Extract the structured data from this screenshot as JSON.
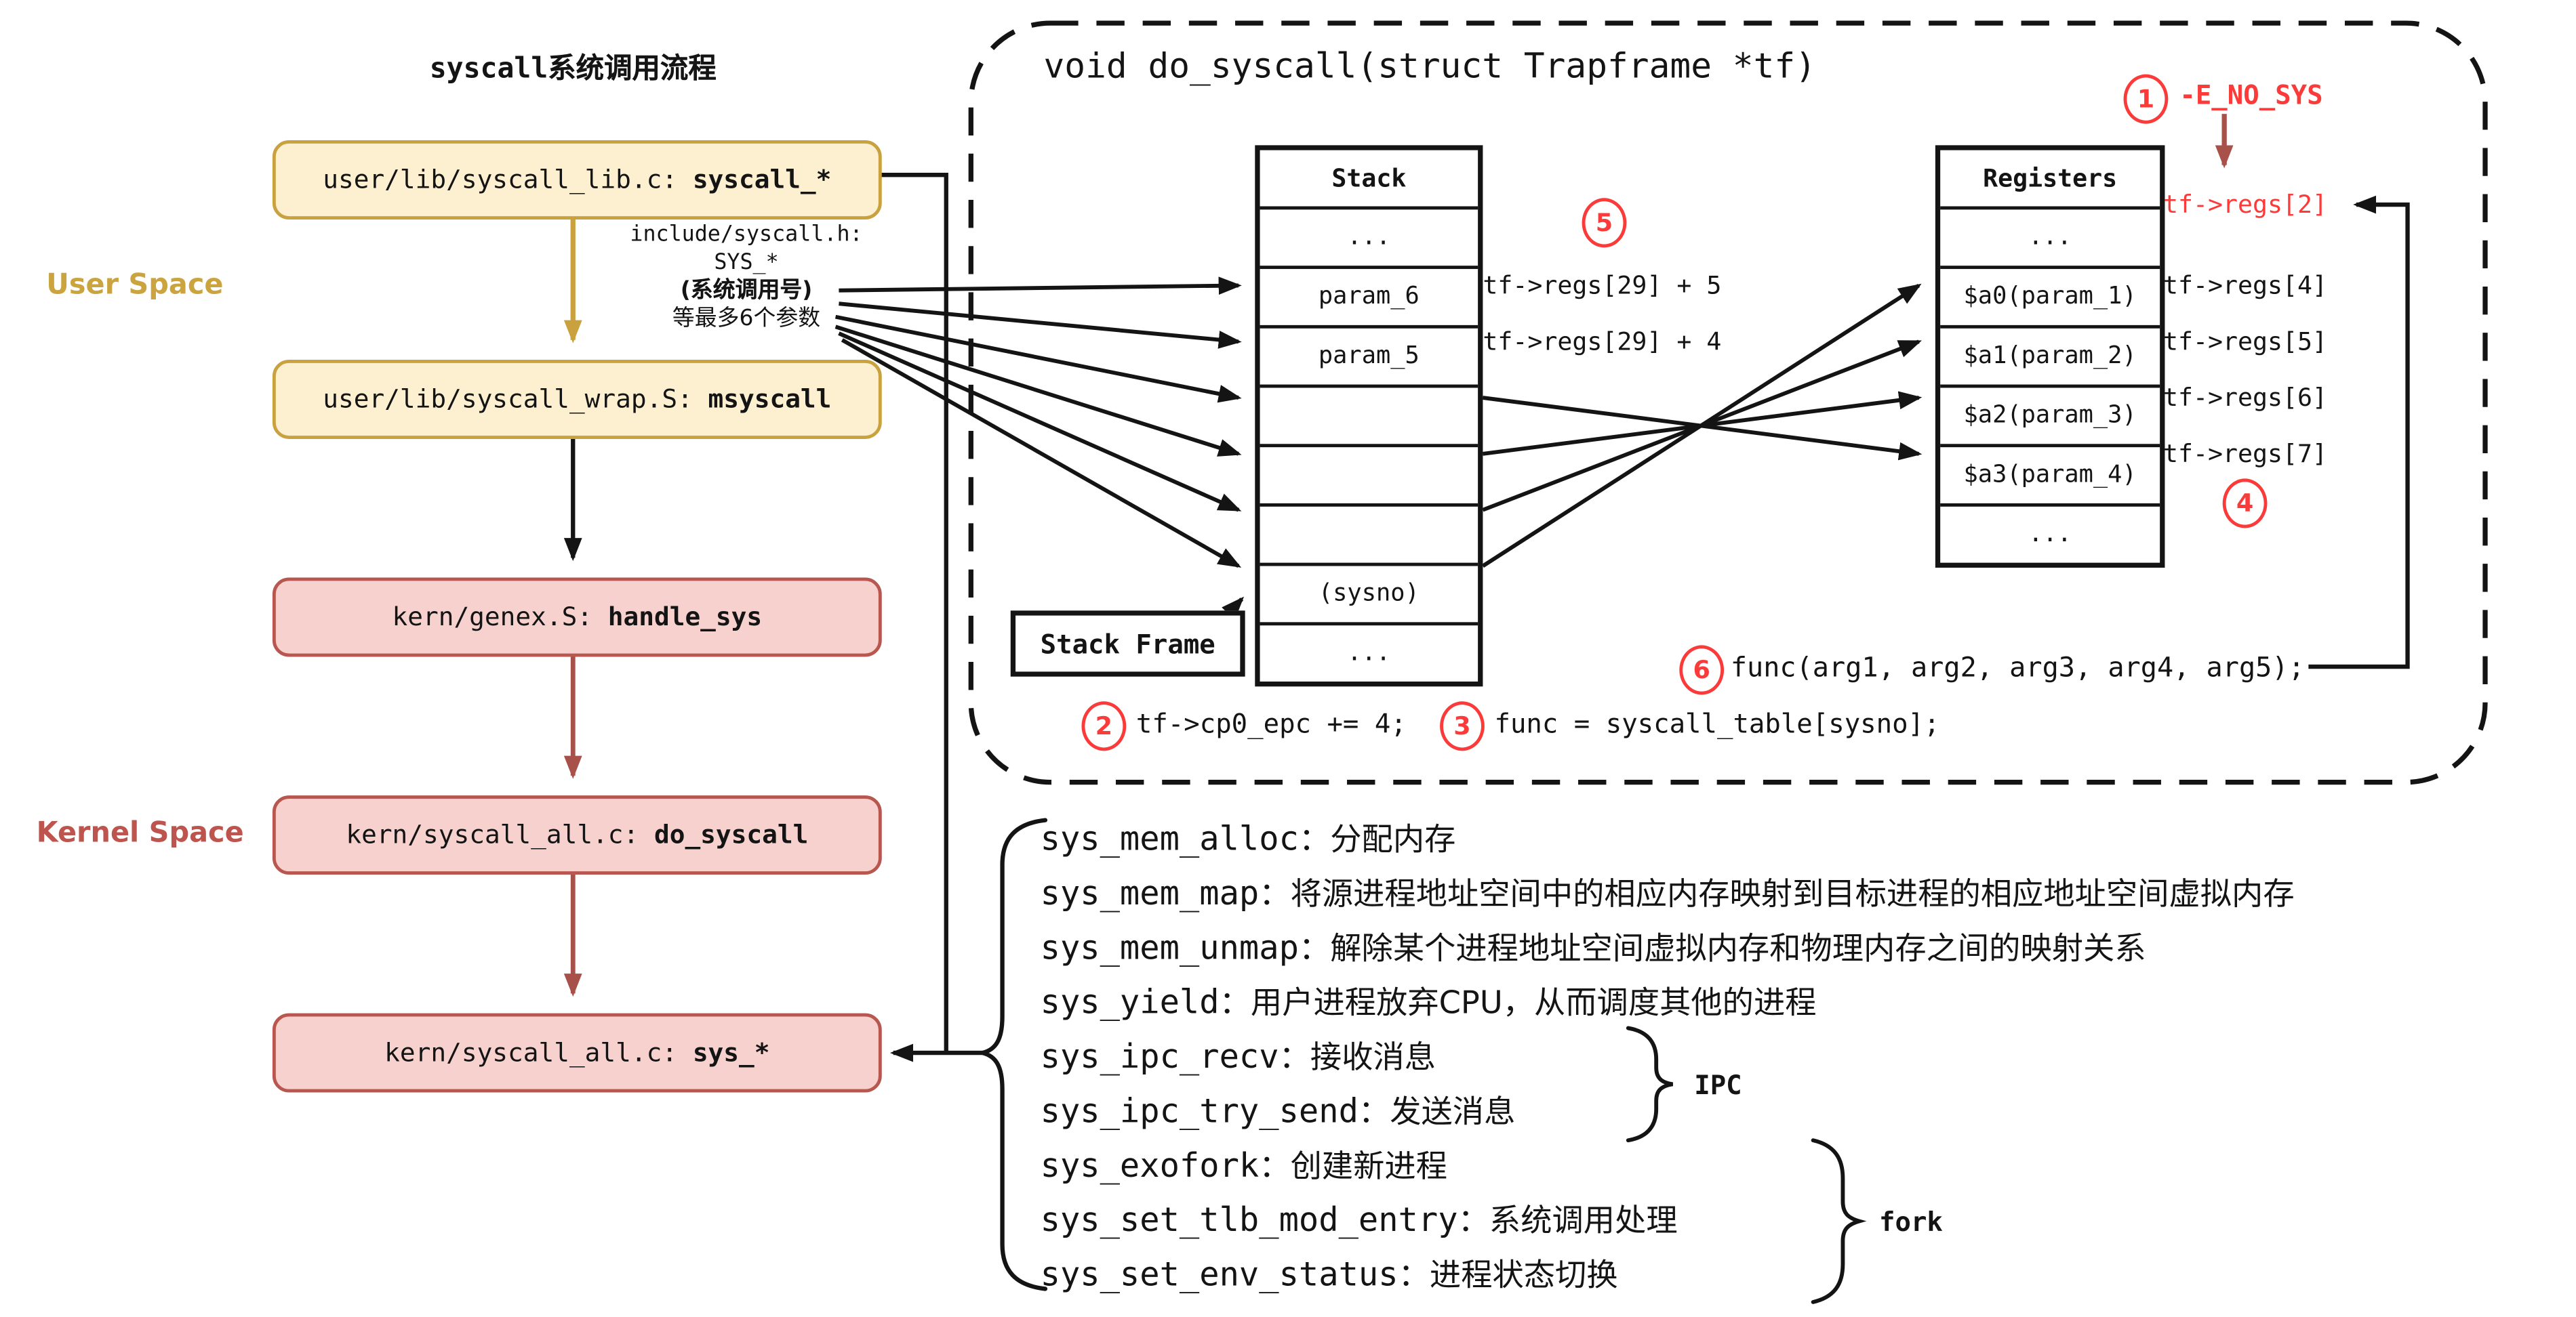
{
  "page": {
    "title": "syscall系统调用流程"
  },
  "flow": {
    "user_space_label": "User Space",
    "kernel_space_label": "Kernel Space",
    "boxes": [
      {
        "file": "user/lib/syscall_lib.c: ",
        "func": "syscall_*"
      },
      {
        "file": "user/lib/syscall_wrap.S: ",
        "func": "msyscall"
      },
      {
        "file": "kern/genex.S: ",
        "func": "handle_sys"
      },
      {
        "file": "kern/syscall_all.c: ",
        "func": "do_syscall"
      },
      {
        "file": "kern/syscall_all.c: ",
        "func": "sys_*"
      }
    ],
    "note": [
      "include/syscall.h:",
      "SYS_*",
      "(系统调用号)",
      "等最多6个参数"
    ]
  },
  "dbox": {
    "title": "void do_syscall(struct Trapframe *tf)",
    "stack": {
      "header": "Stack",
      "rows": [
        "...",
        "param_6",
        "param_5",
        "",
        "",
        "",
        "(sysno)",
        "..."
      ]
    },
    "stack_ann": [
      "tf->regs[29] + 5",
      "tf->regs[29] + 4"
    ],
    "regs": {
      "header": "Registers",
      "rows": [
        "...",
        "$a0(param_1)",
        "$a1(param_2)",
        "$a2(param_3)",
        "$a3(param_4)",
        "..."
      ]
    },
    "reg_ann": {
      "ret": "tf->regs[2]",
      "a0": "tf->regs[4]",
      "a1": "tf->regs[5]",
      "a2": "tf->regs[6]",
      "a3": "tf->regs[7]"
    },
    "stack_frame": "Stack Frame",
    "steps": {
      "s1": {
        "num": "1",
        "label": "-E_NO_SYS"
      },
      "s2": {
        "num": "2",
        "label": "tf->cp0_epc += 4;"
      },
      "s3": {
        "num": "3",
        "label": "func = syscall_table[sysno];"
      },
      "s4": {
        "num": "4"
      },
      "s5": {
        "num": "5"
      },
      "s6": {
        "num": "6",
        "label": "func(arg1, arg2, arg3, arg4, arg5);"
      }
    }
  },
  "list": {
    "separator": "：",
    "items": [
      {
        "name": "sys_mem_alloc",
        "desc": "分配内存"
      },
      {
        "name": "sys_mem_map",
        "desc": "将源进程地址空间中的相应内存映射到目标进程的相应地址空间虚拟内存"
      },
      {
        "name": "sys_mem_unmap",
        "desc": "解除某个进程地址空间虚拟内存和物理内存之间的映射关系"
      },
      {
        "name": "sys_yield",
        "desc": "用户进程放弃CPU，从而调度其他的进程"
      },
      {
        "name": "sys_ipc_recv",
        "desc": "接收消息"
      },
      {
        "name": "sys_ipc_try_send",
        "desc": "发送消息"
      },
      {
        "name": "sys_exofork",
        "desc": "创建新进程"
      },
      {
        "name": "sys_set_tlb_mod_entry",
        "desc": "系统调用处理"
      },
      {
        "name": "sys_set_env_status",
        "desc": "进程状态切换"
      }
    ],
    "groups": [
      {
        "label": "IPC"
      },
      {
        "label": "fork"
      }
    ]
  },
  "colors": {
    "ink": "#141414",
    "gold-border": "#C9A23F",
    "gold-fill": "#FCF0D0",
    "gold-text": "#CBA43F",
    "red-border": "#B8574F",
    "red-fill": "#F6D1CE",
    "red-text": "#BE544E",
    "bright-red": "#FA3B3A",
    "brick": "#A8514A"
  }
}
